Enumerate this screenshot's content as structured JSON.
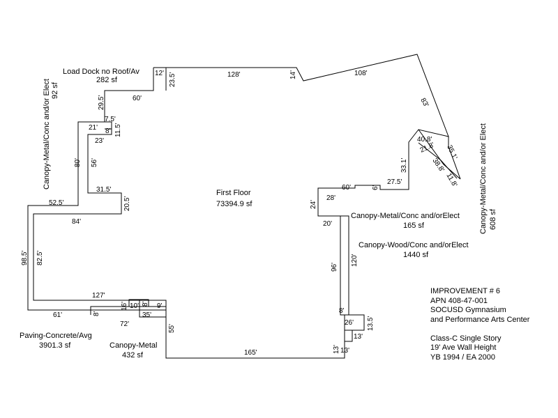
{
  "floor": {
    "name": "First Floor",
    "area": "73394.9 sf"
  },
  "areas": {
    "load_dock": {
      "name": "Load Dock no Roof/Av",
      "area": "282 sf"
    },
    "canopy_left": {
      "name": "Canopy-Metal/Conc and/or Elect",
      "area": "92 sf"
    },
    "canopy_right_vertical": {
      "name": "Canopy-Metal/Conc and/or Elect",
      "area": "608 sf"
    },
    "canopy_metal_right": {
      "name": "Canopy-Metal/Conc and/orElect",
      "area": "165 sf"
    },
    "canopy_wood": {
      "name": "Canopy-Wood/Conc and/orElect",
      "area": "1440 sf"
    },
    "paving": {
      "name": "Paving-Concrete/Avg",
      "area": "3901.3 sf"
    },
    "canopy_metal_bottom": {
      "name": "Canopy-Metal",
      "area": "432 sf"
    }
  },
  "improvement": {
    "lines": [
      "IMPROVEMENT # 6",
      "APN 408-47-001",
      "SOCUSD Gymnasium",
      "and Performance Arts Center",
      "",
      "Class-C Single Story",
      "19' Ave Wall Height",
      "YB 1994 / EA 2000"
    ]
  },
  "dimensions": {
    "d12": "12'",
    "d23_5": "23.5'",
    "d128": "128'",
    "d14": "14'",
    "d108": "108'",
    "d83": "83'",
    "d60_top": "60'",
    "d29_5": "29.5'",
    "d7_5": "7.5'",
    "d21": "21'",
    "d8_small": "8'",
    "d11_5": "11.5'",
    "d23": "23'",
    "d80": "80'",
    "d56": "56'",
    "d31_5": "31.5'",
    "d20_5": "20.5'",
    "d52_5": "52.5'",
    "d84": "84'",
    "d98_5": "98.5'",
    "d82_5": "82.5'",
    "d127": "127'",
    "d16": "16'",
    "d10": "10'",
    "d8_inner": "8'",
    "d9": "9'",
    "d61": "61'",
    "d8_bottom": "8'",
    "d35": "35'",
    "d72": "72'",
    "d55": "55'",
    "d165": "165'",
    "d13_a": "13'",
    "d13_b": "13'",
    "d13_c": "13'",
    "d13_5": "13.5'",
    "d26": "26'",
    "d8_right": "8'",
    "d96": "96'",
    "d120": "120'",
    "d20": "20'",
    "d24": "24'",
    "d28": "28'",
    "d60_mid": "60'",
    "d6": "6'",
    "d27_5": "27.5'",
    "d33_1": "33.1'",
    "d40_8": "40.8'",
    "d21_8": "21.8'",
    "d38_8": "38.8'",
    "d35_1": "35.1'",
    "d11_8": "11.8'"
  }
}
